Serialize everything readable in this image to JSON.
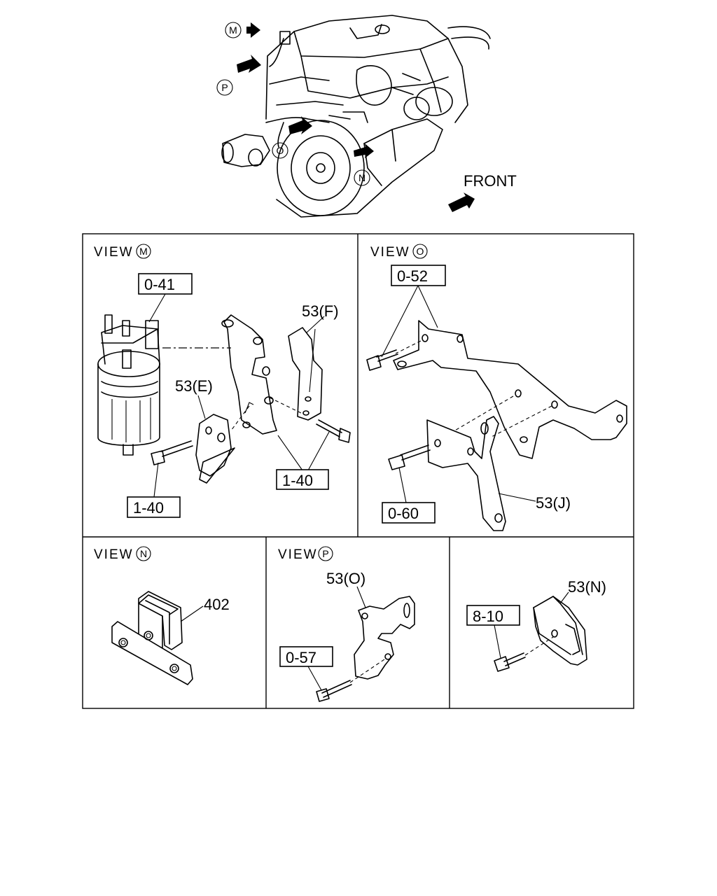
{
  "overview": {
    "front_label": "FRONT",
    "markers": [
      "M",
      "P",
      "O",
      "N"
    ]
  },
  "panels": {
    "view_m": {
      "title": "VIEW",
      "marker": "M",
      "callouts": [
        "0-41",
        "53(F)",
        "53(E)",
        "1-40",
        "1-40"
      ]
    },
    "view_o": {
      "title": "VIEW",
      "marker": "O",
      "callouts": [
        "0-52",
        "0-60",
        "53(J)"
      ]
    },
    "view_n": {
      "title": "VIEW",
      "marker": "N",
      "callouts": [
        "402"
      ]
    },
    "view_p": {
      "title": "VIEW",
      "marker": "P",
      "callouts": [
        "53(O)",
        "0-57"
      ]
    },
    "panel_extra": {
      "callouts": [
        "53(N)",
        "8-10"
      ]
    }
  }
}
